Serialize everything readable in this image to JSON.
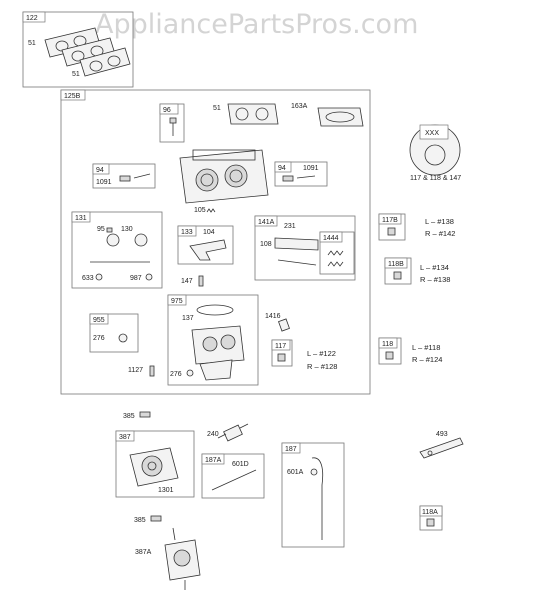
{
  "watermark": "AppliancePartsPros.com",
  "labels": {
    "l122": "122",
    "l51a": "51",
    "l51b": "51",
    "l125b": "125B",
    "l96": "96",
    "l51c": "51",
    "l163a": "163A",
    "l94a": "94",
    "l1091a": "1091",
    "l94b": "94",
    "l1091b": "1091",
    "l105": "105",
    "l131": "131",
    "l95": "95",
    "l130": "130",
    "l633": "633",
    "l987": "987",
    "l133": "133",
    "l104": "104",
    "l141a": "141A",
    "l231": "231",
    "l108": "108",
    "l1444": "1444",
    "l147": "147",
    "l975": "975",
    "l137": "137",
    "l1416": "1416",
    "l955": "955",
    "l276a": "276",
    "l1127": "1127",
    "l276b": "276",
    "l117": "117",
    "l117b": "117B",
    "l118b": "118B",
    "l118": "118",
    "l385a": "385",
    "l240": "240",
    "l387": "387",
    "l1301": "1301",
    "l187a": "187A",
    "l601d": "601D",
    "l187": "187",
    "l601a": "601A",
    "l493": "493",
    "l385b": "385",
    "l387a": "387A",
    "l118a": "118A",
    "l117_118_147": "117 & 118 & 147",
    "xxx": "XXX"
  },
  "refs": {
    "r117b_l": "L – #138",
    "r117b_r": "R – #142",
    "r118b_l": "L – #134",
    "r118b_r": "R – #138",
    "r117_l": "L – #122",
    "r117_r": "R – #128",
    "r118_l": "L – #118",
    "r118_r": "R – #124"
  }
}
